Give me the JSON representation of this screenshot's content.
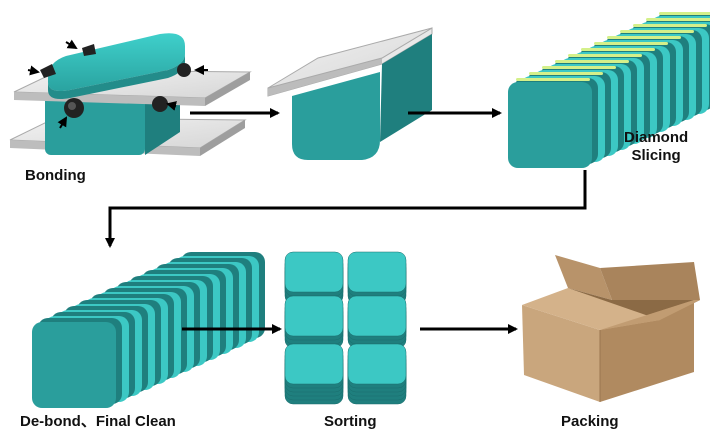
{
  "steps": [
    {
      "id": "bonding",
      "label": "Bonding"
    },
    {
      "id": "block",
      "label": ""
    },
    {
      "id": "slicing",
      "label_line1": "Diamond",
      "label_line2": "Slicing"
    },
    {
      "id": "debond",
      "label": "De-bond、Final Clean"
    },
    {
      "id": "sorting",
      "label": "Sorting"
    },
    {
      "id": "packing",
      "label": "Packing"
    }
  ],
  "colors": {
    "teal_top": "#3cc8c4",
    "teal_front": "#2a9e9c",
    "teal_side": "#1f7f7e",
    "plate": "#e6e6e6",
    "plate_edge": "#a8a8a8",
    "edge_glow": "#d4f08a",
    "box_front": "#c8a57c",
    "box_side": "#a8845c",
    "arrow": "#000000"
  },
  "icons": [
    "arrow-right-icon",
    "arrow-down-icon",
    "clamp-icon",
    "cardboard-box-icon"
  ]
}
